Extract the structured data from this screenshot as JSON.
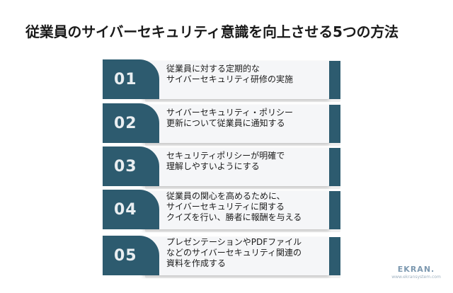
{
  "title": "従業員のサイバーセキュリティ意識を向上させる5つの方法",
  "steps": [
    {
      "number": "01",
      "text": "従業員に対する定期的な\nサイバーセキュリティ研修の実施"
    },
    {
      "number": "02",
      "text": "サイバーセキュリティ・ポリシー\n更新について従業員に通知する"
    },
    {
      "number": "03",
      "text": "セキュリティポリシーが明確で\n理解しやすいようにする"
    },
    {
      "number": "04",
      "text": "従業員の関心を高めるために、\nサイバーセキュリティに関する\nクイズを行い、勝者に報酬を与える"
    },
    {
      "number": "05",
      "text": "プレゼンテーションやPDFファイル\nなどのサイバーセキュリティ関連の\n資料を作成する"
    }
  ],
  "logo": {
    "brand": "EKRAN.",
    "url": "www.ekransystem.com"
  },
  "colors": {
    "accent": "#2d5b6f",
    "card": "#f5f6f8",
    "logo": "#7d99b0"
  }
}
